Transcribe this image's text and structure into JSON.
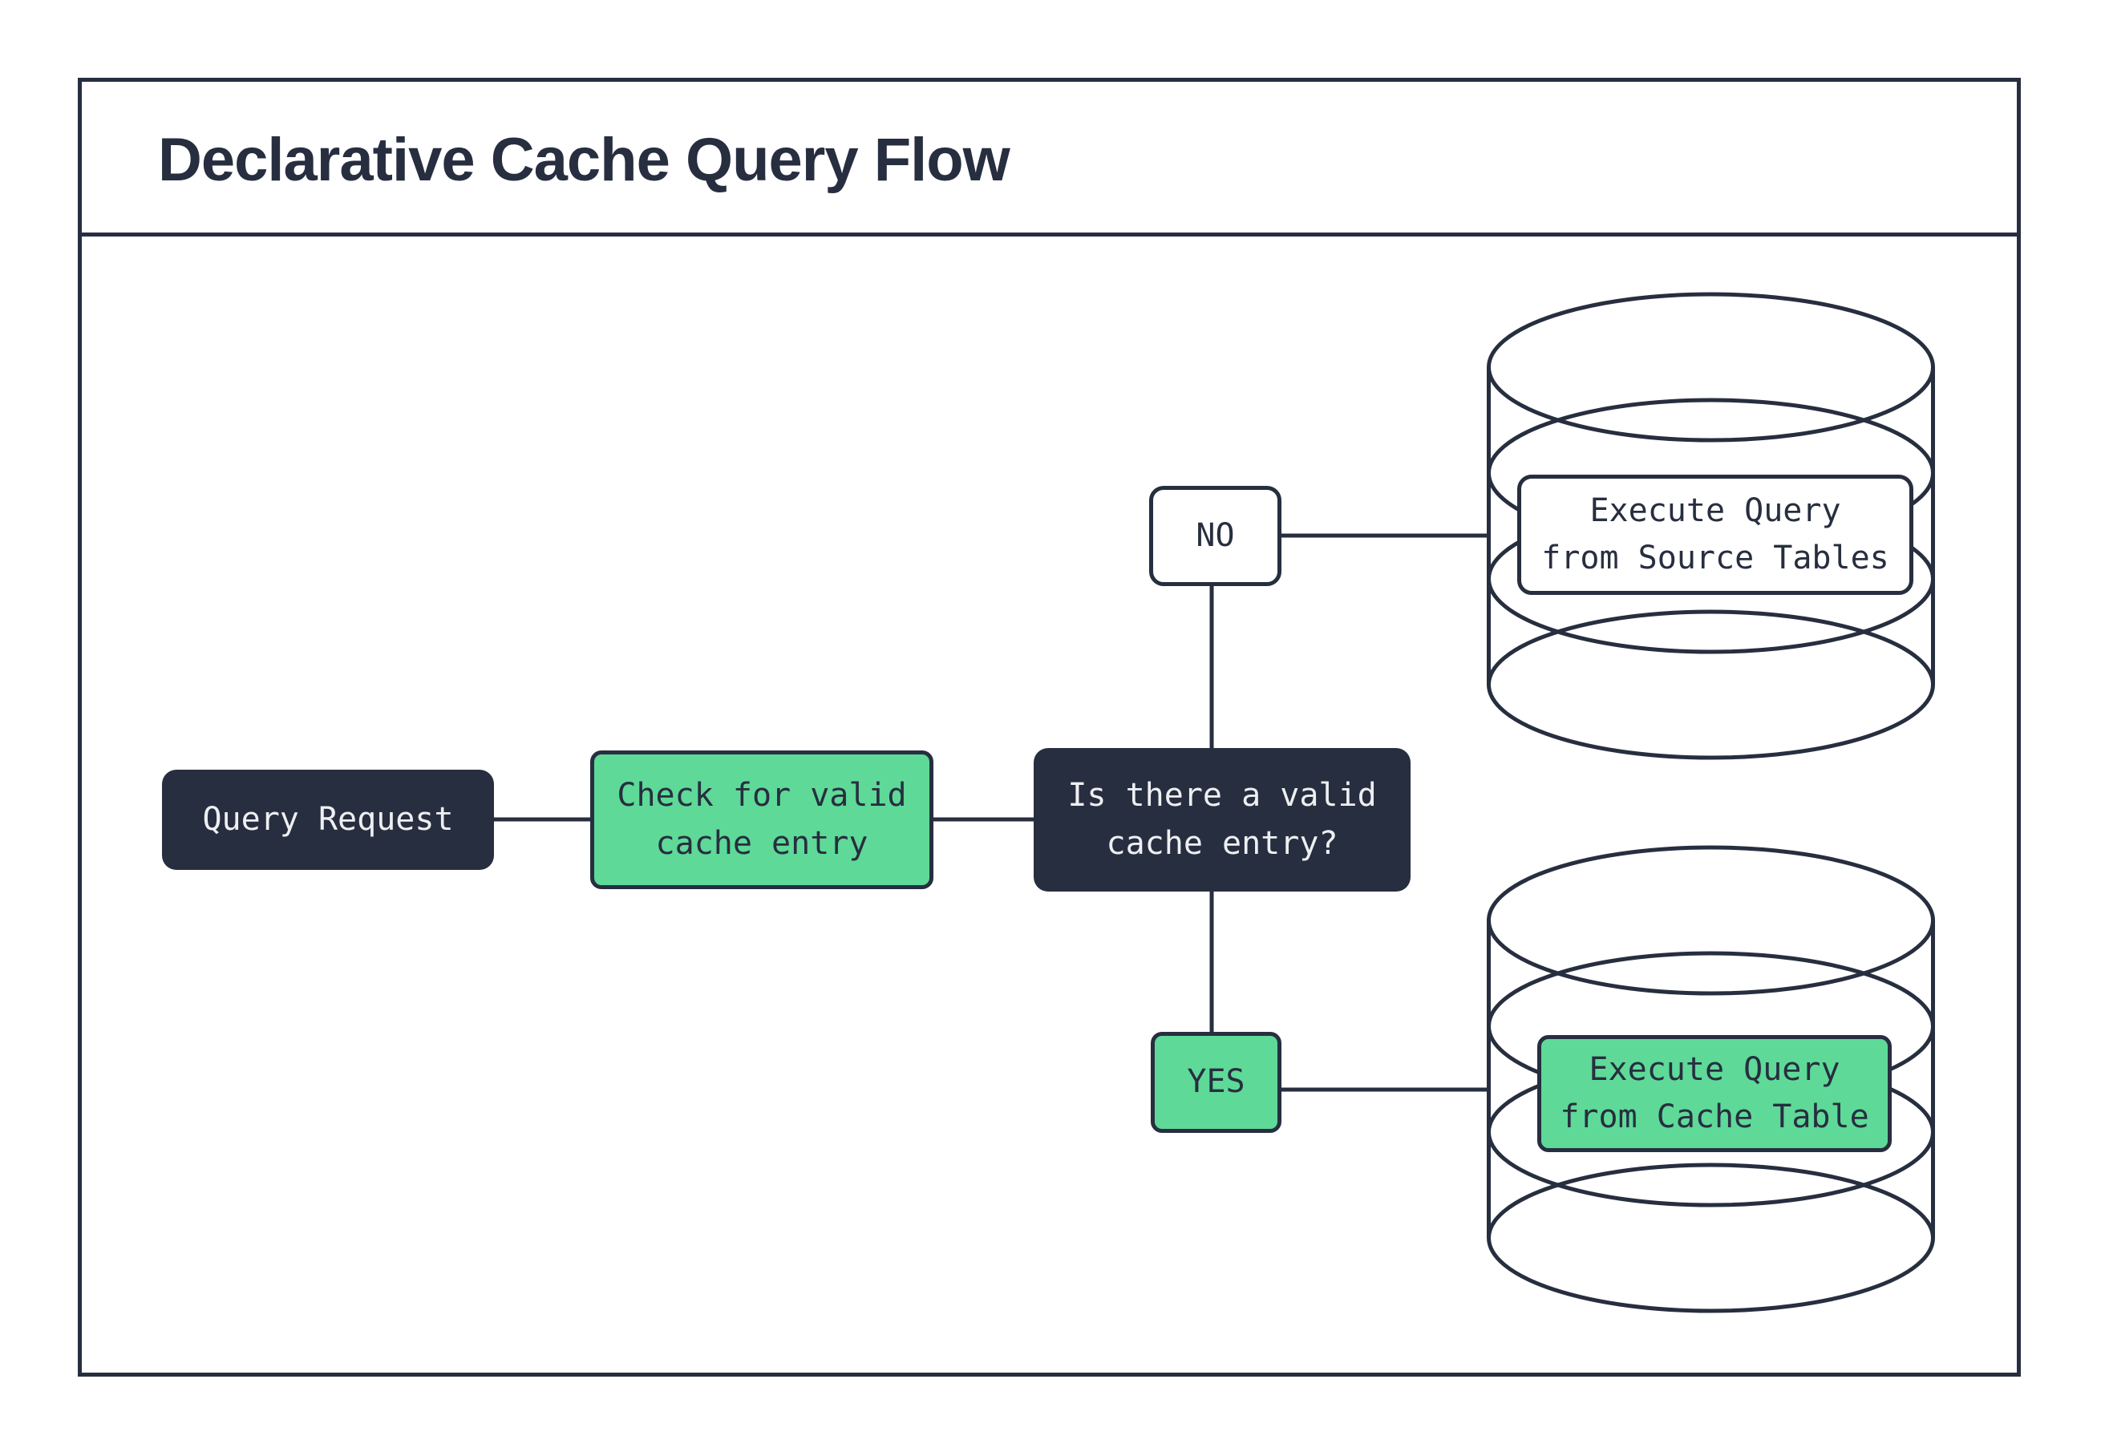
{
  "title": "Declarative Cache Query Flow",
  "nodes": {
    "query_request": {
      "label": "Query Request"
    },
    "check_cache": {
      "label": "Check for valid\ncache entry"
    },
    "decision": {
      "label": "Is there a valid\ncache entry?"
    },
    "no_branch": {
      "label": "NO"
    },
    "yes_branch": {
      "label": "YES"
    },
    "source_db": {
      "label": "Execute Query\nfrom Source Tables"
    },
    "cache_db": {
      "label": "Execute Query\nfrom Cache Table"
    }
  },
  "icons": {
    "source_database": "database-cylinder",
    "cache_database": "database-cylinder"
  },
  "colors": {
    "ink": "#272e3f",
    "green": "#5ed998",
    "paper": "#ffffff",
    "light_text": "#edeff2"
  }
}
